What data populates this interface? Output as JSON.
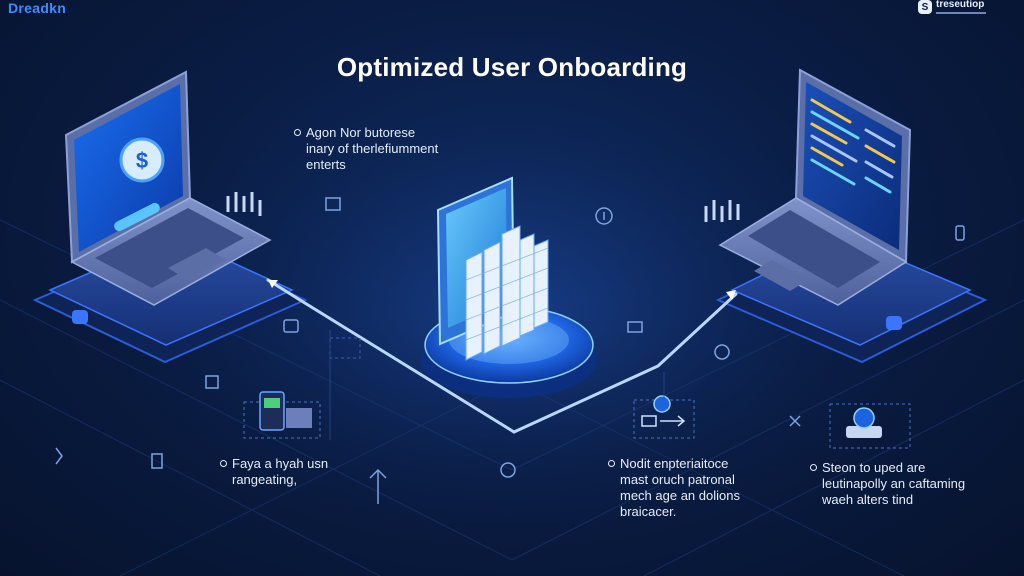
{
  "brand": {
    "left_logo_text": "Dreadkn",
    "right_logo_text": "treseutiop"
  },
  "title": "Optimized User Onboarding",
  "notes": [
    {
      "id": "top-left",
      "lines": [
        "Agon Nor butorese",
        "inary of therlefiumment",
        "enterts"
      ]
    },
    {
      "id": "bottom-left",
      "lines": [
        "Faya a hyah usn",
        "rangeating,"
      ]
    },
    {
      "id": "bottom-center",
      "lines": [
        "Nodit enpteriaitoce",
        "mast oruch patronal",
        "mech age an dolions",
        "braicacer."
      ]
    },
    {
      "id": "bottom-right",
      "lines": [
        "Steon to uped are",
        "leutinapolly an caftaming",
        "waeh alters tind"
      ]
    }
  ],
  "colors": {
    "background": "#0a1d45",
    "accent": "#3d8cff",
    "glow": "#8fd1ff",
    "laptop_body": "#6d7fb8",
    "platform": "#1d4fd6"
  },
  "icons": [
    "dollar-icon",
    "building-chart-icon",
    "link-icon",
    "lock-icon",
    "info-icon",
    "settings-icon",
    "globe-icon"
  ]
}
